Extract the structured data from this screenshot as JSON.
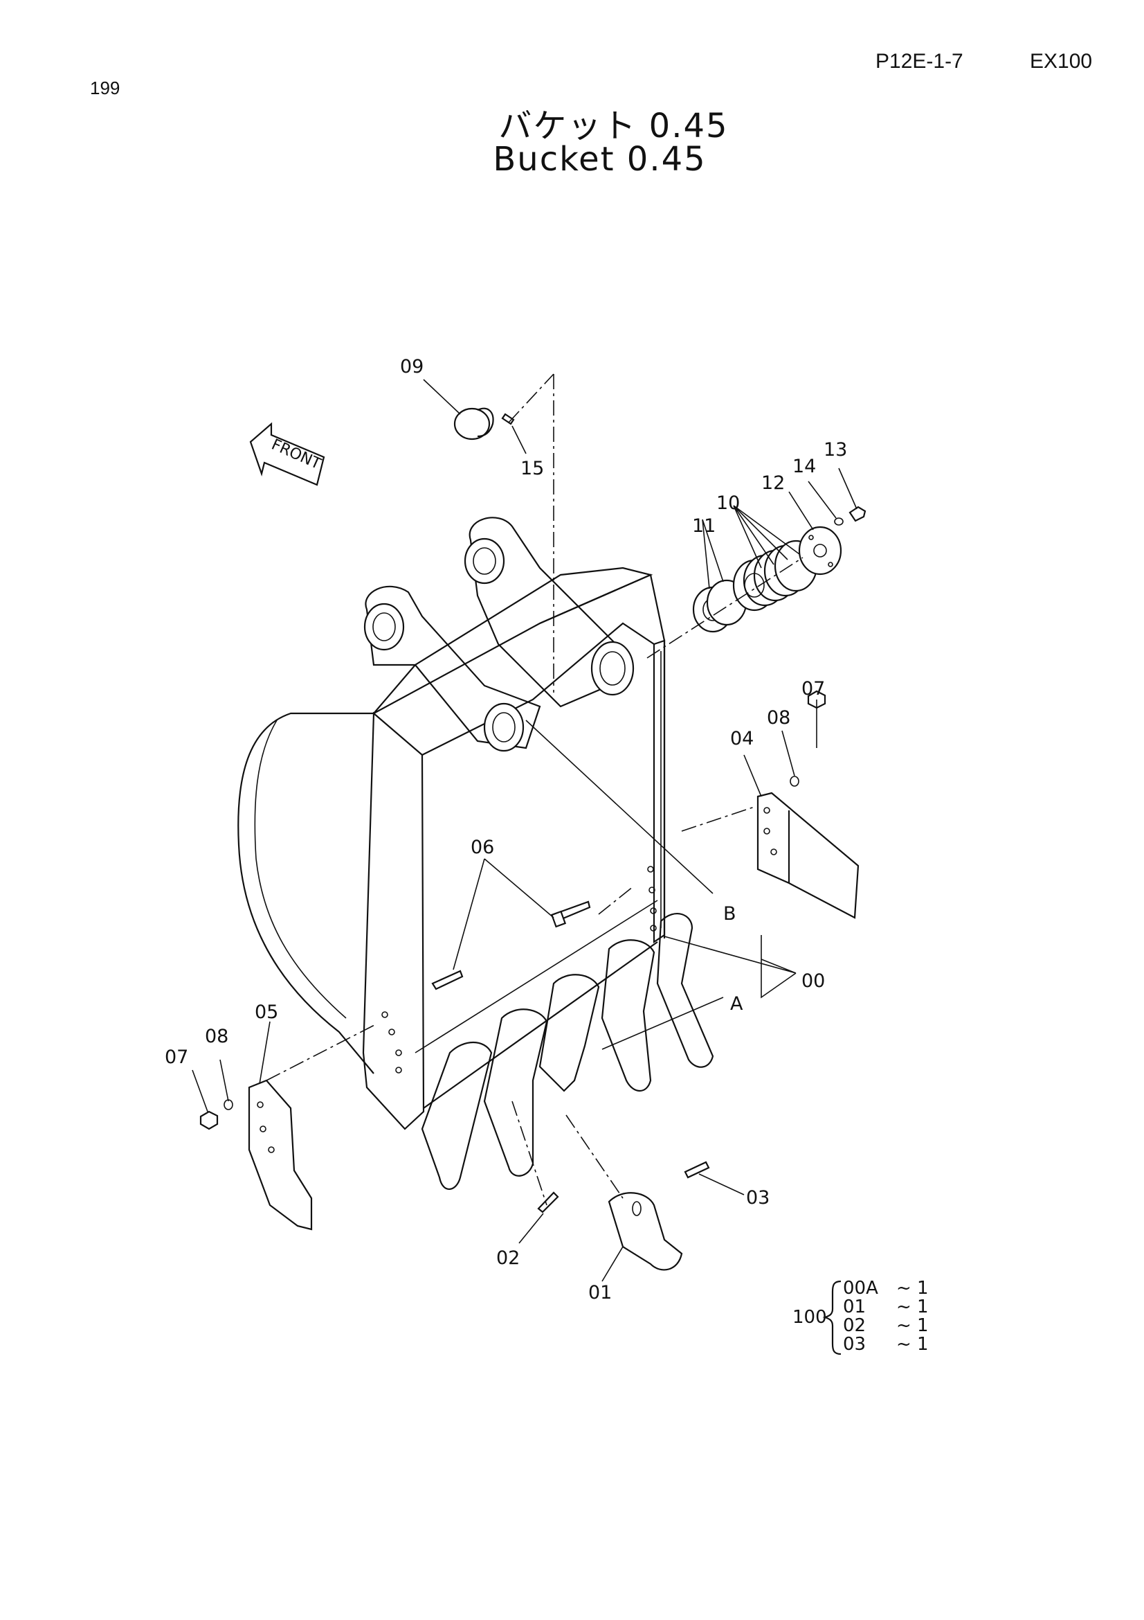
{
  "page_number": "199",
  "reference": "P12E-1-7",
  "model": "EX100",
  "title_jp": "バケット 0.45",
  "title_en": "Bucket 0.45",
  "orientation_label": "FRONT",
  "callouts": {
    "c09": "09",
    "c15": "15",
    "c13": "13",
    "c14": "14",
    "c12": "12",
    "c10": "10",
    "c11": "11",
    "c07r": "07",
    "c08r": "08",
    "c04": "04",
    "c06": "06",
    "cB": "B",
    "c00": "00",
    "cA": "A",
    "c05": "05",
    "c08l": "08",
    "c07l": "07",
    "c03": "03",
    "c02": "02",
    "c01": "01"
  },
  "kit": {
    "number": "100",
    "rows": [
      {
        "part": "00A",
        "qty": "~ 1"
      },
      {
        "part": "01",
        "qty": "~ 1"
      },
      {
        "part": "02",
        "qty": "~ 1"
      },
      {
        "part": "03",
        "qty": "~ 1"
      }
    ]
  }
}
